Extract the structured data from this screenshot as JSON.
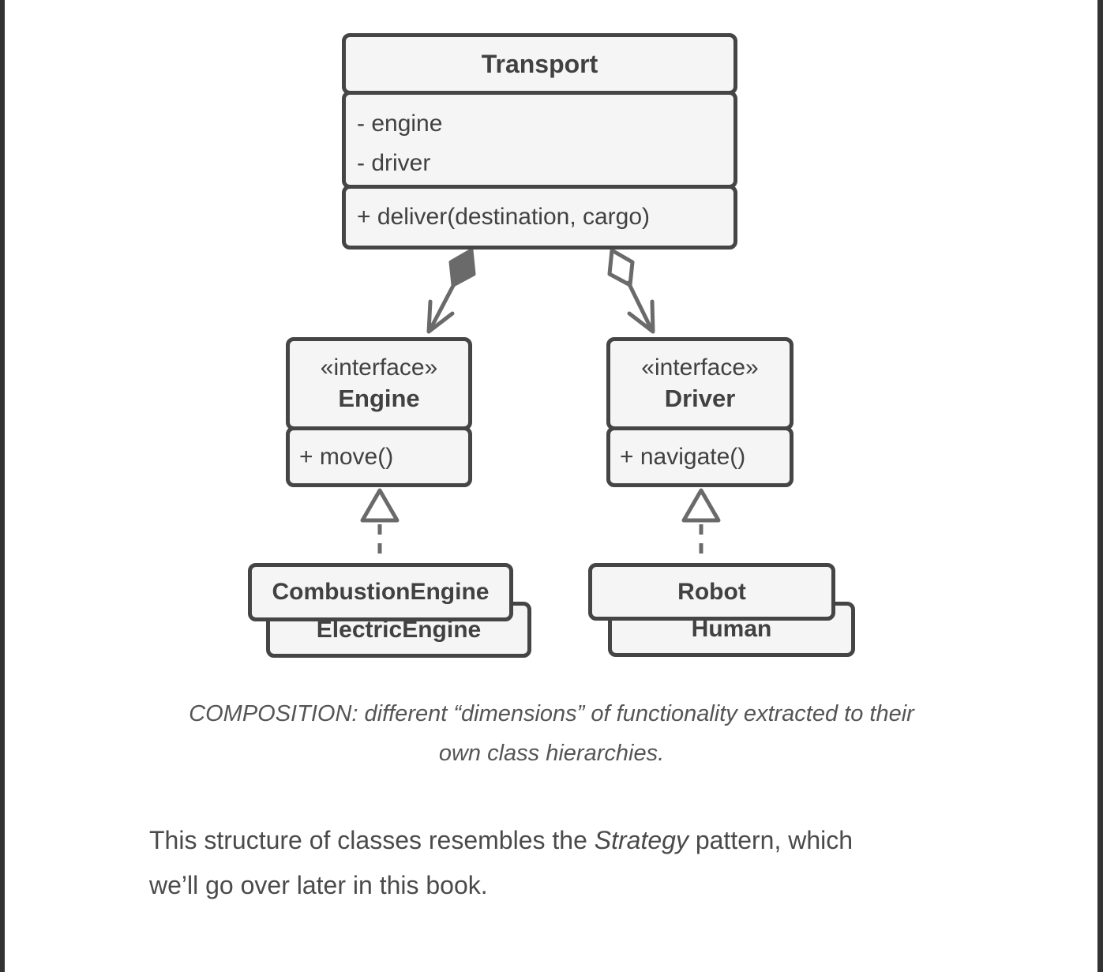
{
  "colors": {
    "page_bg": "#ffffff",
    "edge_bar": "#333333",
    "box_fill": "#f5f5f5",
    "box_border": "#454545",
    "box_text": "#414141",
    "connector": "#6a6a6a",
    "caption_text": "#555555",
    "body_text": "#4a4a4a"
  },
  "diagram": {
    "classes": {
      "transport": {
        "title": "Transport",
        "fields": [
          "- engine",
          "- driver"
        ],
        "method": "+ deliver(destination, cargo)"
      },
      "engine": {
        "stereotype": "«interface»",
        "title": "Engine",
        "method": "+ move()"
      },
      "driver": {
        "stereotype": "«interface»",
        "title": "Driver",
        "method": "+ navigate()"
      },
      "combustion_engine": {
        "title": "CombustionEngine"
      },
      "electric_engine": {
        "title": "ElectricEngine"
      },
      "robot": {
        "title": "Robot"
      },
      "human": {
        "title": "Human"
      }
    },
    "relationships": [
      {
        "type": "composition",
        "from": "Transport",
        "to": "Engine"
      },
      {
        "type": "aggregation",
        "from": "Transport",
        "to": "Driver"
      },
      {
        "type": "realization",
        "from": "CombustionEngine",
        "to": "Engine"
      },
      {
        "type": "realization",
        "from": "ElectricEngine",
        "to": "Engine"
      },
      {
        "type": "realization",
        "from": "Robot",
        "to": "Driver"
      },
      {
        "type": "realization",
        "from": "Human",
        "to": "Driver"
      }
    ]
  },
  "caption": {
    "line1": "COMPOSITION: different “dimensions” of functionality extracted to their",
    "line2": "own class hierarchies."
  },
  "paragraph": {
    "line1_pre": "This structure of classes resembles the ",
    "line1_italic": "Strategy",
    "line1_post": " pattern, which",
    "line2": "we’ll go over later in this book."
  }
}
